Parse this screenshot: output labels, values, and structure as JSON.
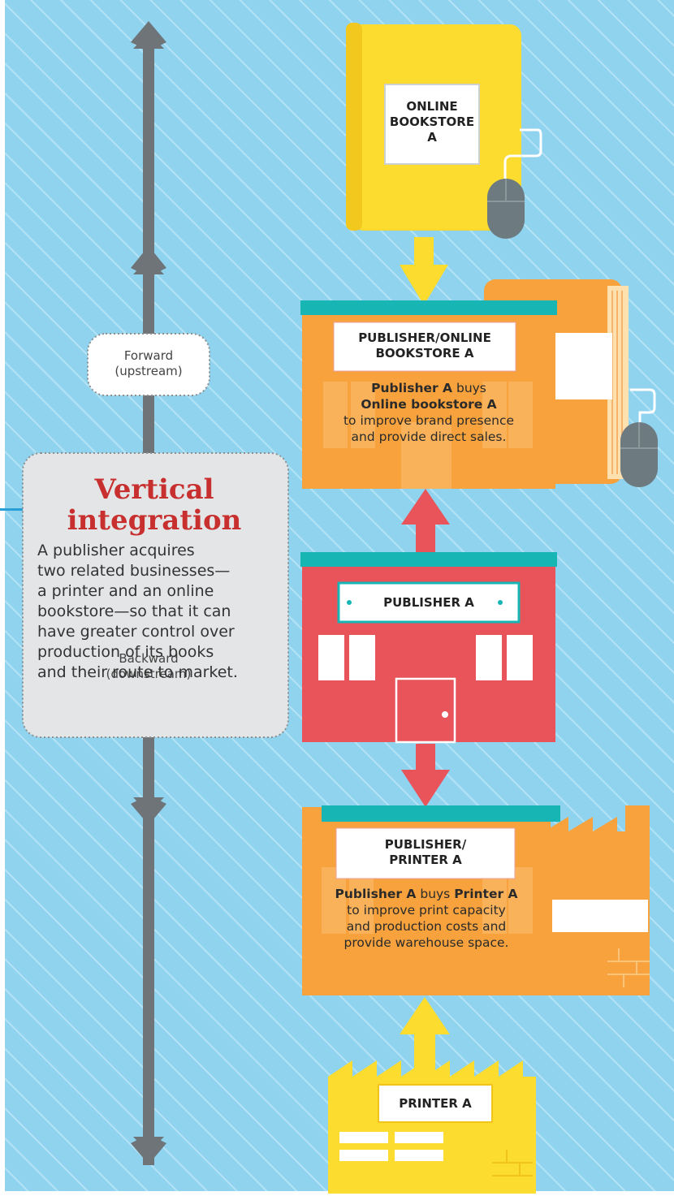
{
  "title": "Vertical integration",
  "description": "A publisher acquires two related businesses—a printer and an online bookstore—so that it can have greater control over production of its books and their route to market.",
  "description_lines": [
    "A publisher acquires",
    "two related businesses—",
    "a printer and an online",
    "bookstore—so that it can",
    "have greater control over",
    "production of its books",
    "and their route to market."
  ],
  "forward": {
    "line1": "Forward",
    "line2": "(upstream)"
  },
  "backward": {
    "line1": "Backward",
    "line2": "(downstream)"
  },
  "online_bookstore": {
    "line1": "ONLINE",
    "line2": "BOOKSTORE",
    "line3": "A"
  },
  "publisher_online": {
    "label_line1": "PUBLISHER/ONLINE",
    "label_line2": "BOOKSTORE A",
    "desc_bold1": "Publisher A",
    "desc_text1": " buys",
    "desc_bold2": "Online bookstore A",
    "desc_line3": "to improve brand presence",
    "desc_line4": "and provide direct sales."
  },
  "publisher": {
    "label": "PUBLISHER A"
  },
  "publisher_printer": {
    "label_line1": "PUBLISHER/",
    "label_line2": "PRINTER A",
    "desc_bold1": "Publisher A",
    "desc_text1": " buys ",
    "desc_bold2": "Printer A",
    "desc_line2": "to improve print capacity",
    "desc_line3": "and production costs and",
    "desc_line4": "provide warehouse space."
  },
  "printer": {
    "label": "PRINTER A"
  },
  "colors": {
    "background": "#8fd3ef",
    "stripe": "#a9dff4",
    "yellow": "#fbdc2f",
    "orange": "#f7a23c",
    "red": "#e8545a",
    "teal": "#18b5b5",
    "grey_axis": "#6e7478",
    "mouse": "#6d7b80"
  }
}
